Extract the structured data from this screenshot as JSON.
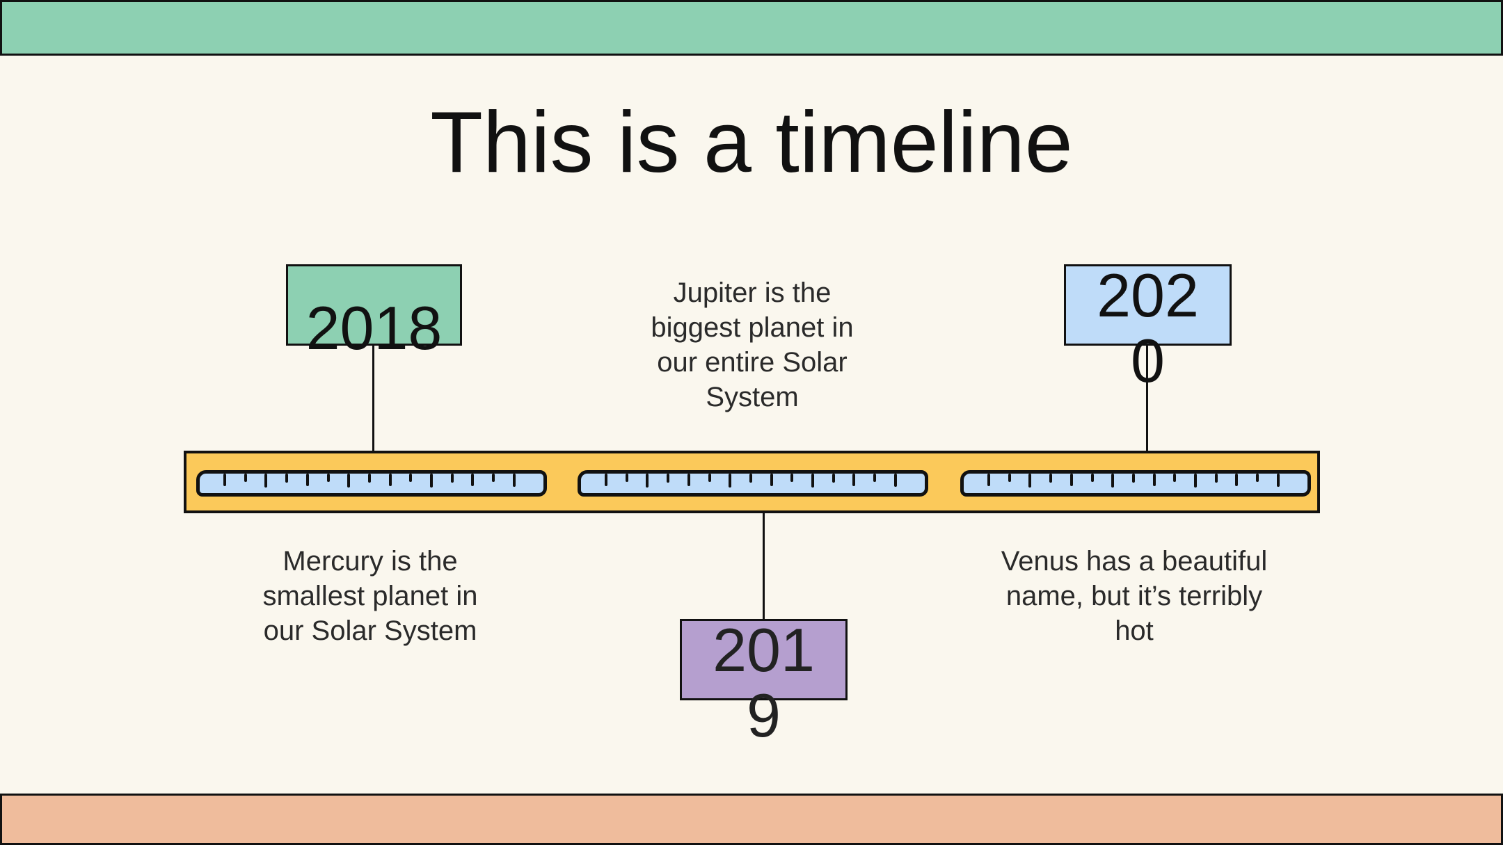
{
  "slide": {
    "title": "This is a timeline"
  },
  "colors": {
    "background": "#faf7ee",
    "top_band": "#8dd0b2",
    "bottom_band": "#efbc9c",
    "timeline_bar": "#fbc95a",
    "timeline_segment": "#bfdcf9",
    "year_2018": "#8dd0b2",
    "year_2019": "#b59fcf",
    "year_2020": "#bfdcf9"
  },
  "events": [
    {
      "year": "2018",
      "caption": "Mercury is the smallest planet in our Solar System"
    },
    {
      "year": "2019",
      "caption": "Jupiter is the biggest planet in our entire Solar System"
    },
    {
      "year": "2020",
      "caption": "Venus has a beautiful name, but it’s terribly hot"
    }
  ]
}
